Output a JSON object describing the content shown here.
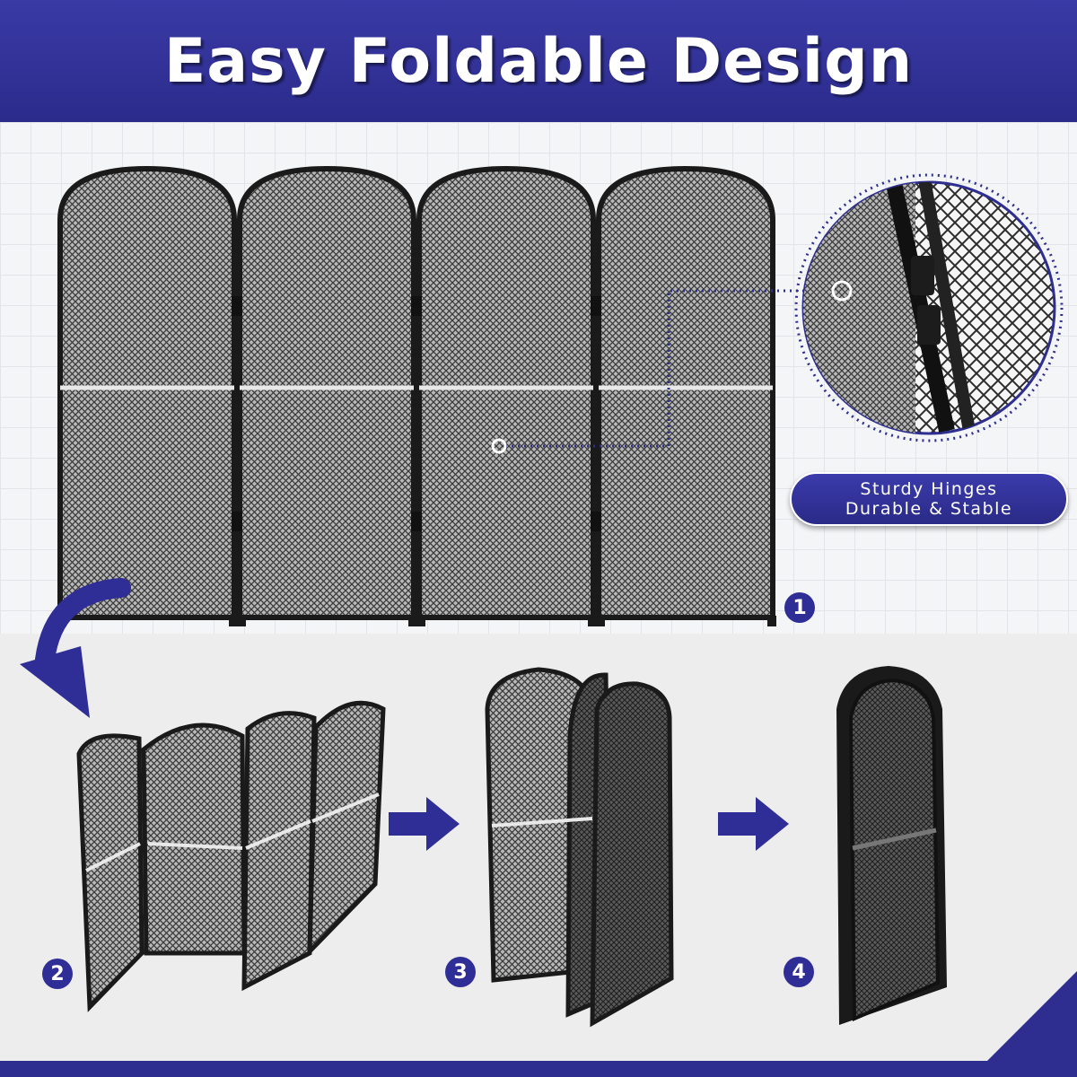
{
  "header": {
    "title": "Easy Foldable Design"
  },
  "callout": {
    "line1": "Sturdy Hinges",
    "line2": "Durable & Stable"
  },
  "steps": [
    "1",
    "2",
    "3",
    "4"
  ],
  "colors": {
    "brand_blue": "#2e2e90",
    "frame_black": "#1a1a1a",
    "mesh_gray": "#6e6e6e"
  }
}
